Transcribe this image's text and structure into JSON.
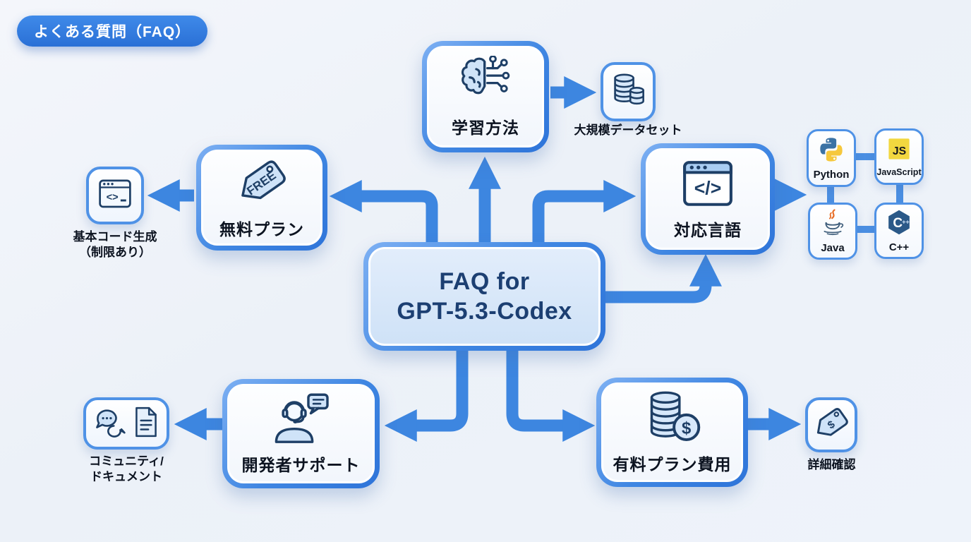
{
  "badge": {
    "label": "よくある質問（FAQ）"
  },
  "center": {
    "line1": "FAQ for",
    "line2": "GPT-5.3-Codex"
  },
  "nodes": {
    "learning": {
      "label": "学習方法"
    },
    "dataset": {
      "label": "大規模データセット"
    },
    "free_plan": {
      "label": "無料プラン"
    },
    "basic_code": {
      "line1": "基本コード生成",
      "line2": "（制限あり）"
    },
    "languages": {
      "label": "対応言語"
    },
    "dev_support": {
      "label": "開発者サポート"
    },
    "community": {
      "line1": "コミュニティ/",
      "line2": "ドキュメント"
    },
    "paid_plan": {
      "label": "有料プラン費用"
    },
    "details": {
      "label": "詳細確認"
    }
  },
  "languages": [
    {
      "name": "Python"
    },
    {
      "name": "JavaScript"
    },
    {
      "name": "Java"
    },
    {
      "name": "C++"
    }
  ],
  "icon_text": {
    "free_tag": "FREE",
    "js_logo": "JS",
    "cpp_c": "C",
    "cpp_pp": "++",
    "dollar": "$"
  },
  "colors": {
    "accent_arrow": "#3d86e0",
    "box_border": "#3f86e2",
    "badge": "#2f7ce0",
    "center_fill": "#d6e6f8",
    "center_text": "#1c3f72",
    "icon_outline": "#1e3f66",
    "icon_fill": "#cfe3f8",
    "python_blue": "#3b72a4",
    "python_yellow": "#f6c83c",
    "js_yellow": "#f2d73f",
    "java_orange": "#e86c24",
    "cpp_navy": "#2b5988"
  }
}
